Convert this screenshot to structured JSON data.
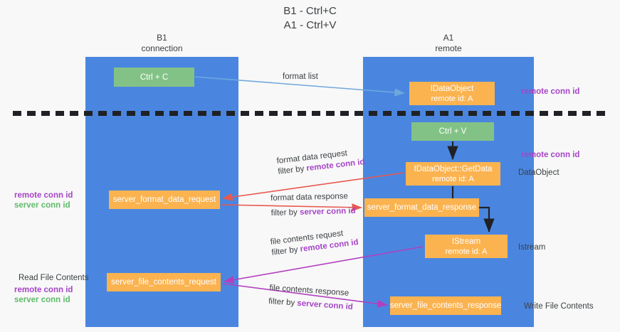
{
  "title": {
    "line1": "B1 - Ctrl+C",
    "line2": "A1 - Ctrl+V"
  },
  "colors": {
    "lane": "#4a86e0",
    "green_node": "#83c286",
    "orange_node": "#fbb350",
    "purple_text": "#a644c8",
    "green_text": "#60bb6a",
    "blue_arrow": "#6fa8dc",
    "red_arrow": "#e8594f",
    "purple_arrow": "#b33fc0",
    "black_arrow": "#202124",
    "background": "#f8f8f8"
  },
  "columns": [
    {
      "id": "b1",
      "line1": "B1",
      "line2": "connection"
    },
    {
      "id": "a1",
      "line1": "A1",
      "line2": "remote"
    }
  ],
  "nodes": {
    "ctrl_c": {
      "label": "Ctrl + C",
      "kind": "green"
    },
    "idataobject": {
      "line1": "IDataObject",
      "line2": "remote id: A",
      "kind": "orange"
    },
    "ctrl_v": {
      "label": "Ctrl + V",
      "kind": "green"
    },
    "getdata": {
      "line1": "IDataObject::GetData",
      "line2": "remote id: A",
      "kind": "orange"
    },
    "server_format_data_request": {
      "label": "server_format_data_request",
      "kind": "orange"
    },
    "server_format_data_response": {
      "label": "server_format_data_response",
      "kind": "orange"
    },
    "istream": {
      "line1": "IStream",
      "line2": "remote id: A",
      "kind": "orange"
    },
    "server_file_contents_request": {
      "label": "server_file_contents_request",
      "kind": "orange"
    },
    "server_file_contents_response": {
      "label": "server_file_contents_response",
      "kind": "orange"
    }
  },
  "edges": {
    "format_list": {
      "label": "format list"
    },
    "format_data_request": {
      "line1": "format data request",
      "line2_prefix": "filter by ",
      "line2_key": "remote conn id"
    },
    "format_data_response": {
      "line1": "format data response",
      "line2_prefix": "filter by ",
      "line2_key": "server conn id"
    },
    "file_contents_request": {
      "line1": "file contents request",
      "line2_prefix": "filter by ",
      "line2_key": "remote conn id"
    },
    "file_contents_response": {
      "line1": "file contents response",
      "line2_prefix": "filter by ",
      "line2_key": "server conn id"
    }
  },
  "annotations": {
    "right": [
      {
        "id": "right-1",
        "lines": [
          {
            "text": "remote conn id",
            "style": "purple"
          }
        ]
      },
      {
        "id": "right-2",
        "lines": [
          {
            "text": "remote conn id",
            "style": "purple"
          }
        ]
      },
      {
        "id": "right-3",
        "lines": [
          {
            "text": "DataObject",
            "style": "plain"
          }
        ]
      },
      {
        "id": "right-4",
        "lines": [
          {
            "text": "Istream",
            "style": "plain"
          }
        ]
      },
      {
        "id": "right-5",
        "lines": [
          {
            "text": "Write File Contents",
            "style": "plain"
          }
        ]
      }
    ],
    "left": [
      {
        "id": "left-1",
        "lines": [
          {
            "text": "remote conn id",
            "style": "purple"
          },
          {
            "text": "server conn id",
            "style": "green"
          }
        ]
      },
      {
        "id": "left-2",
        "lines": [
          {
            "text": "Read File Contents",
            "style": "plain"
          }
        ]
      },
      {
        "id": "left-3",
        "lines": [
          {
            "text": "remote conn id",
            "style": "purple"
          },
          {
            "text": "server conn id",
            "style": "green"
          }
        ]
      }
    ]
  }
}
